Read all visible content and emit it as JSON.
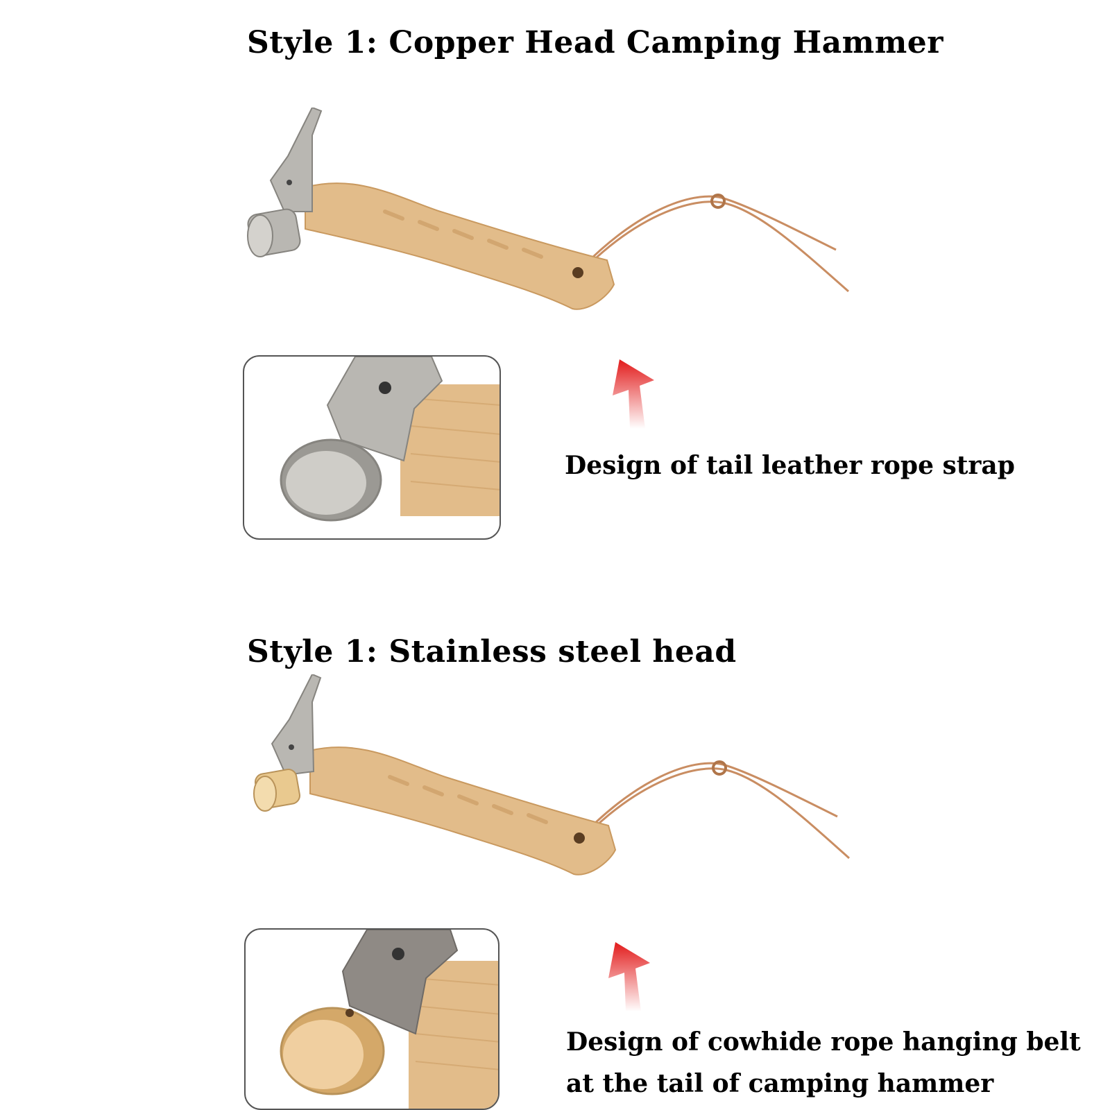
{
  "sections": [
    {
      "heading": "Style 1: Copper Head Camping Hammer",
      "caption_lines": [
        "Design of tail leather rope strap"
      ],
      "face_material": "stainless"
    },
    {
      "heading": "Style 1: Stainless steel head",
      "caption_lines": [
        "Design of cowhide rope hanging belt",
        "at the tail of camping hammer"
      ],
      "face_material": "copper"
    }
  ],
  "colors": {
    "wood": "#e2bc8a",
    "wood_dark": "#c9995f",
    "steel": "#b9b7b2",
    "steel_dark": "#86847f",
    "copper": "#e9c98f",
    "rope": "#c98d62",
    "arrow": "#e21b1b"
  }
}
